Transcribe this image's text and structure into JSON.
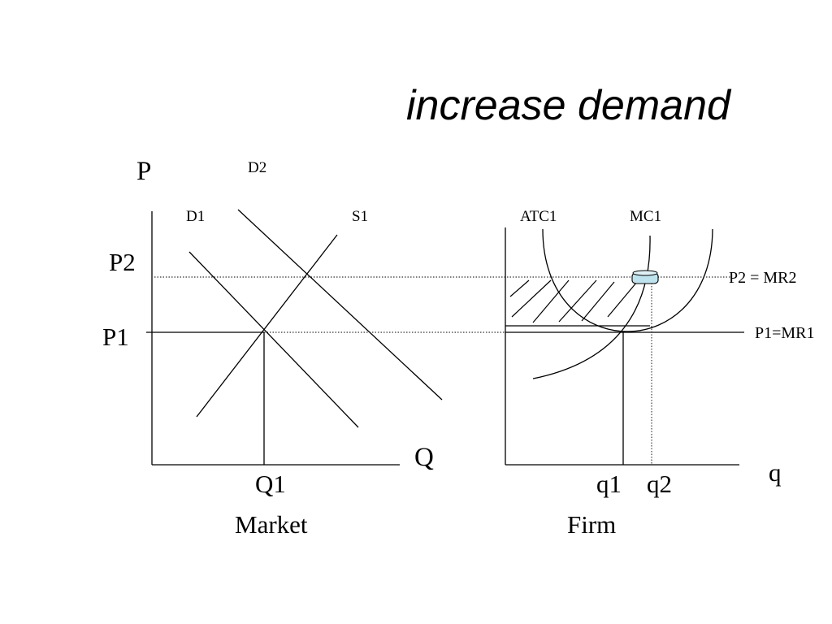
{
  "slide": {
    "title": "increase demand"
  },
  "market": {
    "price_axis_label": "P",
    "quantity_axis_label": "Q",
    "curve_labels": {
      "d1": "D1",
      "d2": "D2",
      "s1": "S1"
    },
    "price_labels": {
      "p1": "P1",
      "p2": "P2"
    },
    "quantity_labels": {
      "q1": "Q1"
    },
    "caption": "Market"
  },
  "firm": {
    "quantity_axis_label": "q",
    "curve_labels": {
      "atc": "ATC1",
      "mc": "MC1"
    },
    "revenue_labels": {
      "mr2": "P2 = MR2",
      "mr1": "P1=MR1"
    },
    "quantity_labels": {
      "q1": "q1",
      "q2": "q2"
    },
    "caption": "Firm"
  },
  "colors": {
    "line": "#000000",
    "marker_fill": "#bfe3ee",
    "marker_stroke": "#000000"
  }
}
